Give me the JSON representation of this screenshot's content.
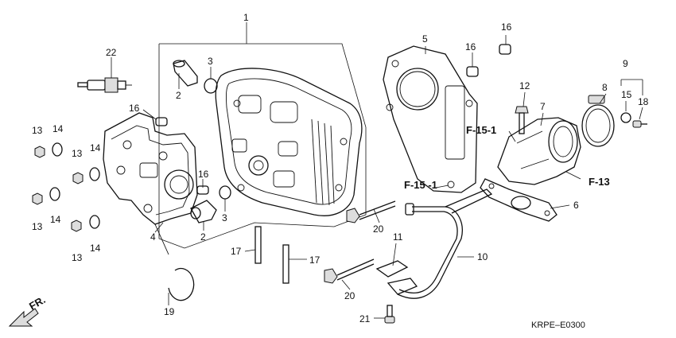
{
  "diagram_code": "KRPE–E0300",
  "direction_label": "FR.",
  "ref_labels": {
    "f15_1_a": "F-15-1",
    "f15_1_b": "F-15 -1",
    "f13": "F-13"
  },
  "part_labels": {
    "p1": "1",
    "p2a": "2",
    "p2b": "2",
    "p3a": "3",
    "p3b": "3",
    "p4": "4",
    "p5": "5",
    "p6": "6",
    "p7": "7",
    "p8": "8",
    "p9": "9",
    "p10": "10",
    "p11": "11",
    "p12": "12",
    "p13a": "13",
    "p13b": "13",
    "p13c": "13",
    "p13d": "13",
    "p14a": "14",
    "p14b": "14",
    "p14c": "14",
    "p14d": "14",
    "p15": "15",
    "p16a": "16",
    "p16b": "16",
    "p16c": "16",
    "p16d": "16",
    "p17a": "17",
    "p17b": "17",
    "p18": "18",
    "p19": "19",
    "p20a": "20",
    "p20b": "20",
    "p21": "21",
    "p22": "22"
  }
}
